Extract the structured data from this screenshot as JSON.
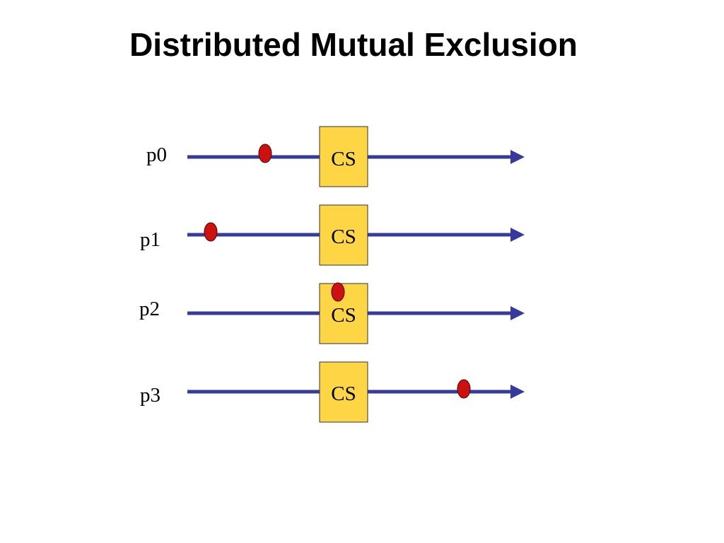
{
  "slide": {
    "title": "Distributed Mutual Exclusion"
  },
  "colors": {
    "timeline": "#353a9c",
    "cs_fill": "#fdd545",
    "cs_stroke": "#333333",
    "token_fill": "#cc1111",
    "token_stroke": "#550000"
  },
  "processes": [
    {
      "label": "p0",
      "cs_label": "CS",
      "token_position": "before-cs"
    },
    {
      "label": "p1",
      "cs_label": "CS",
      "token_position": "before-cs"
    },
    {
      "label": "p2",
      "cs_label": "CS",
      "token_position": "inside-cs"
    },
    {
      "label": "p3",
      "cs_label": "CS",
      "token_position": "after-cs"
    }
  ]
}
